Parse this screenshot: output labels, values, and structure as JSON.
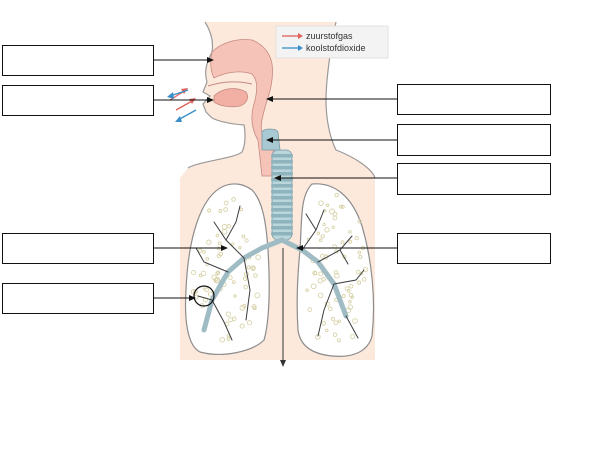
{
  "legend": {
    "items": [
      {
        "text": "zuurstofgas",
        "color": "#e0625a"
      },
      {
        "text": "koolstofdioxide",
        "color": "#3a8fc9"
      }
    ]
  },
  "label_boxes": [
    {
      "id": "nose-cavity",
      "text": ""
    },
    {
      "id": "mouth",
      "text": ""
    },
    {
      "id": "throat",
      "text": ""
    },
    {
      "id": "larynx",
      "text": ""
    },
    {
      "id": "trachea",
      "text": ""
    },
    {
      "id": "bronchiole",
      "text": ""
    },
    {
      "id": "bronchus",
      "text": ""
    },
    {
      "id": "alveoli",
      "text": ""
    }
  ],
  "colors": {
    "skin": "#fde8dc",
    "airway_pink": "#f6c3b8",
    "trachea": "#b9d6dd",
    "lung_outline": "#8c8c8c",
    "bronchi_dark": "#3c3c3c",
    "alveoli": "#d8d2a8"
  }
}
